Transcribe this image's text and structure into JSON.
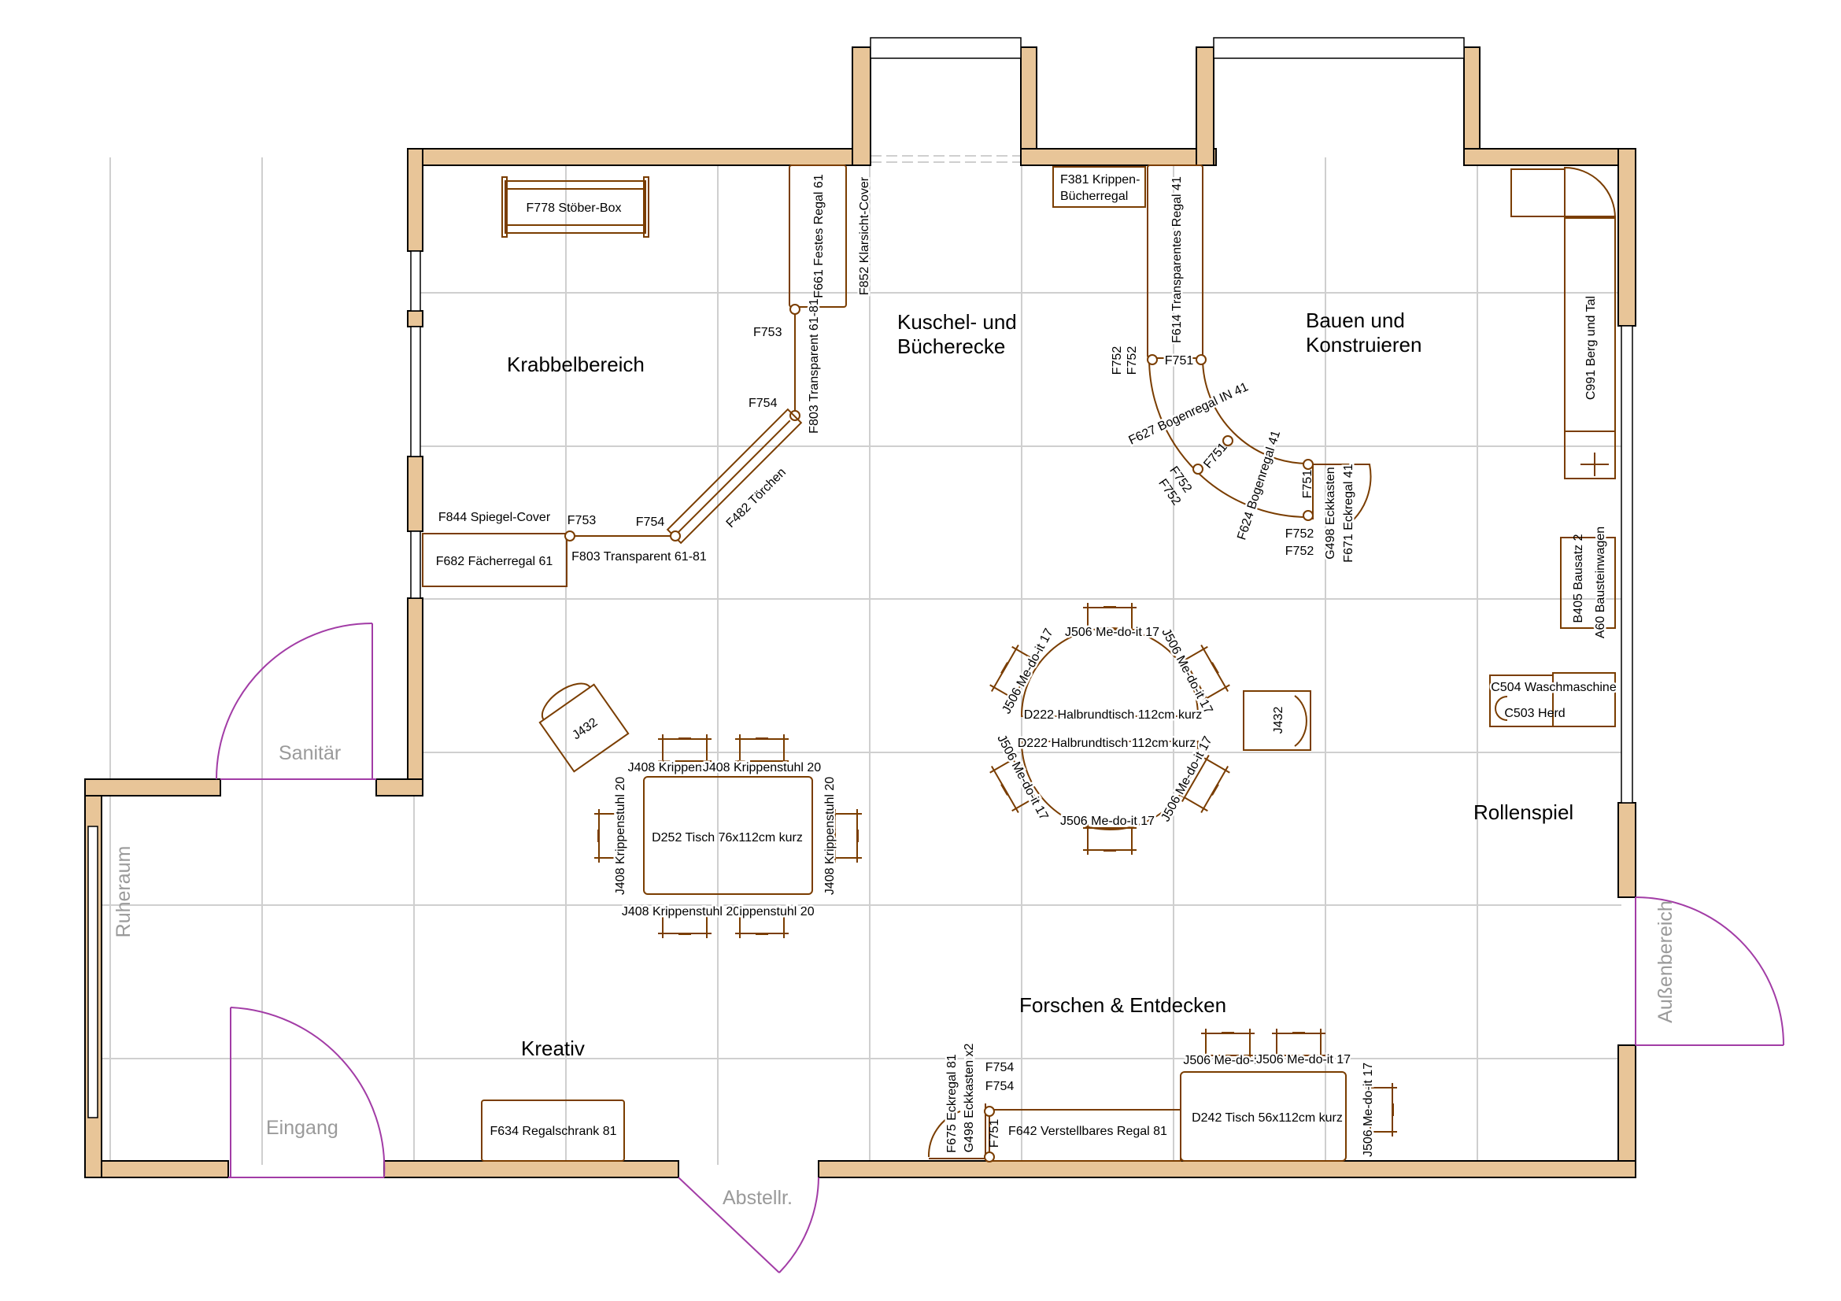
{
  "colors": {
    "wall": "#e8c598",
    "furniture": "#7a3d00",
    "door": "#a23ca6",
    "grid": "#cfcfcf",
    "room_label_muted": "#9a9a9a"
  },
  "rooms": {
    "krabbelbereich": "Krabbelbereich",
    "kuschel_line1": "Kuschel- und",
    "kuschel_line2": "Bücherecke",
    "bauen_line1": "Bauen und",
    "bauen_line2": "Konstruieren",
    "rollenspiel": "Rollenspiel",
    "forschen": "Forschen & Entdecken",
    "kreativ": "Kreativ",
    "sanitaer": "Sanitär",
    "ruheraum": "Ruheraum",
    "eingang": "Eingang",
    "abstellraum": "Abstellr.",
    "aussenbereich": "Außenbereich"
  },
  "furniture": {
    "stoeber_box": "F778 Stöber-Box",
    "festes_regal": "F661 Festes Regal 61",
    "klarsicht_cover": "F852 Klarsicht-Cover",
    "f753_a": "F753",
    "f754_a": "F754",
    "transparent_vertical": "F803 Transparent 61-81",
    "toerchen": "F482 Törchen",
    "spiegel_cover": "F844 Spiegel-Cover",
    "f753_b": "F753",
    "f754_b": "F754",
    "faecherregal": "F682 Fächerregal 61",
    "transparent_horizontal": "F803 Transparent 61-81",
    "krippen_buecherregal_1": "F381 Krippen-",
    "krippen_buecherregal_2": "Bücherregal",
    "transparentes_regal": "F614 Transparentes Regal 41",
    "f752_a1": "F752",
    "f752_a2": "F752",
    "f751_a": "F751",
    "bogenregal_in": "F627 Bogenregal IN 41",
    "f751_b": "F751",
    "f752_b": "F752",
    "f752_b2": "F752",
    "bogenregal": "F624 Bogenregal 41",
    "f751_c": "F751",
    "eckkasten": "G498 Eckkasten",
    "eckregal_41": "F671 Eckregal 41",
    "f752_c1": "F752",
    "f752_c2": "F752",
    "berg_und_tal": "C991 Berg und Tal",
    "bausatz": "B405 Bausatz 2",
    "bausteinwagen": "A60 Bausteinwagen",
    "waschmaschine": "C504 Waschmaschine",
    "herd": "C503 Herd",
    "sessel_right": "J432",
    "sessel_left": "J432",
    "halbrund_top": "D222 Halbrundtisch  112cm kurz",
    "halbrund_bottom": "D222 Halbrundtisch  112cm kurz",
    "medoit_top": "J506 Me-do-it 17",
    "medoit_bottom": "J506 Me-do-it 17",
    "medoit_lt": "J506 Me-do-it 17",
    "medoit_rt": "J506 Me-do-it 17",
    "medoit_lb": "J506 Me-do-it 17",
    "medoit_rb": "J506 Me-do-it 17",
    "tisch_d252": "D252 Tisch 76x112cm kurz",
    "krippenstuhl_top_a": "J408 Krippen:",
    "krippenstuhl_top_b": "J408 Krippenstuhl 20",
    "krippenstuhl_bottom_a": "J408 Krippenstuhl 20",
    "krippenstuhl_bottom_b": "ippenstuhl 20",
    "krippenstuhl_left": "J408 Krippenstuhl 20",
    "krippenstuhl_right": "J408 Krippenstuhl 20",
    "regalschrank": "F634 Regalschrank 81",
    "eckregal_81": "F675 Eckregal 81",
    "eckkasten_x2": "G498 Eckkasten x2",
    "f754_c1": "F754",
    "f754_c2": "F754",
    "f751_d": "F751",
    "verstellbares_regal": "F642 Verstellbares Regal 81",
    "tisch_d242": "D242 Tisch 56x112cm kurz",
    "medoit_d242_a": "J506 Me-do-i",
    "medoit_d242_b": "J506 Me-do-it 17",
    "medoit_d242_c": "J506 Me-do-it 17"
  }
}
